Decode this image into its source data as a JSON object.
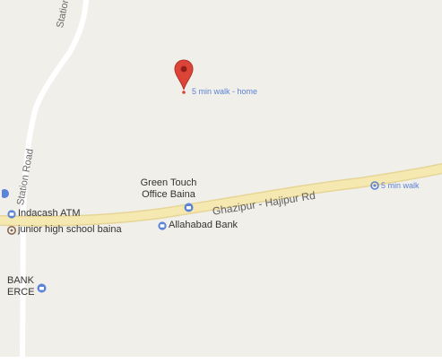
{
  "roads": {
    "station_top": "Station",
    "station_road": "Station Road",
    "highway": "Ghazipur - Hajipur Rd"
  },
  "pin": {
    "label": "5 min walk - home",
    "color": "#db4437"
  },
  "walk_marker": {
    "label": "5 min walk",
    "color": "#5c83d6"
  },
  "pois": [
    {
      "name": "Indacash ATM",
      "icon": "atm-icon"
    },
    {
      "name": "junior high school baina",
      "icon": "school-icon"
    },
    {
      "name": "Green Touch Office Baina",
      "icon": "office-icon"
    },
    {
      "name": "Allahabad Bank",
      "icon": "bank-icon"
    },
    {
      "name": "BANK ERCE",
      "icon": "bank-icon"
    }
  ],
  "colors": {
    "land": "#f1efe9",
    "highway_fill": "#f5e8b0",
    "highway_edge": "#e6d597",
    "minor_road": "#ffffff",
    "poi_blue": "#5c83d6"
  }
}
